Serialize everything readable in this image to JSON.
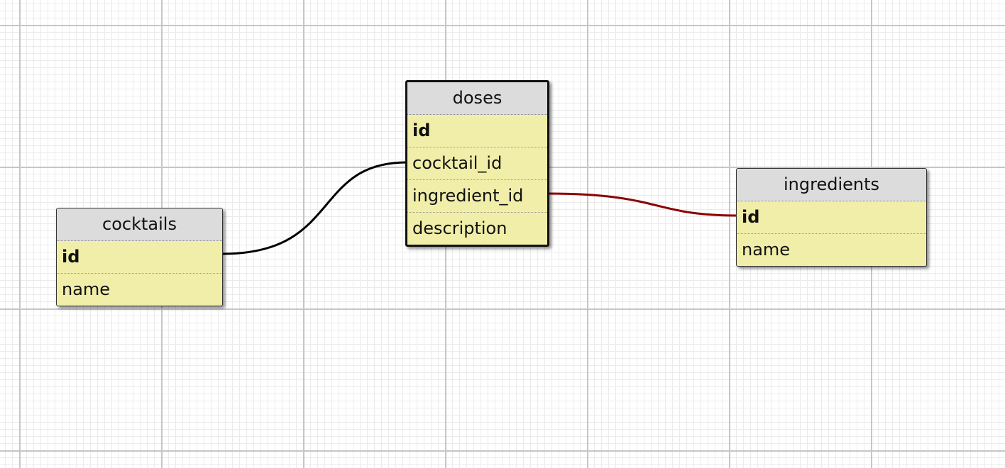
{
  "tables": {
    "cocktails": {
      "title": "cocktails",
      "fields": [
        {
          "name": "id",
          "primary": true
        },
        {
          "name": "name",
          "primary": false
        }
      ]
    },
    "doses": {
      "title": "doses",
      "fields": [
        {
          "name": "id",
          "primary": true
        },
        {
          "name": "cocktail_id",
          "primary": false
        },
        {
          "name": "ingredient_id",
          "primary": false
        },
        {
          "name": "description",
          "primary": false
        }
      ]
    },
    "ingredients": {
      "title": "ingredients",
      "fields": [
        {
          "name": "id",
          "primary": true
        },
        {
          "name": "name",
          "primary": false
        }
      ]
    }
  },
  "relations": [
    {
      "from": "doses.cocktail_id",
      "to": "cocktails.id",
      "color": "#000000"
    },
    {
      "from": "doses.ingredient_id",
      "to": "ingredients.id",
      "color": "#8b0000"
    }
  ],
  "colors": {
    "table_body": "#f1eea9",
    "table_header": "#dcdcdc",
    "relation_default": "#000000",
    "relation_highlight": "#8b0000"
  }
}
